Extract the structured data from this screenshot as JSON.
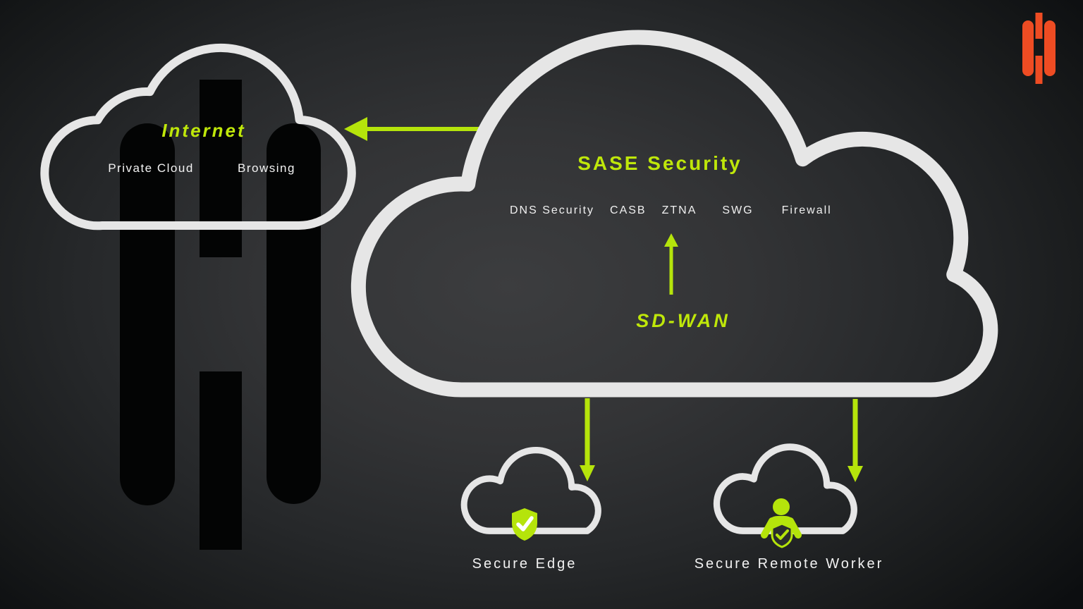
{
  "colors": {
    "accent_green": "#bfe70a",
    "arrow_green": "#b5e40b",
    "cloud_stroke": "#e6e6e6",
    "label_white": "#f2f2f2",
    "brand_orange": "#ee4c23",
    "watermark_black": "#030404"
  },
  "internet_cloud": {
    "title": "Internet",
    "left_item": "Private Cloud",
    "right_item": "Browsing"
  },
  "sase_cloud": {
    "title": "SASE Security",
    "services": [
      "DNS Security",
      "CASB",
      "ZTNA",
      "SWG",
      "Firewall"
    ]
  },
  "sdwan": {
    "label": "SD-WAN"
  },
  "edge_cloud": {
    "label": "Secure Edge"
  },
  "remote_cloud": {
    "label": "Secure Remote Worker"
  }
}
